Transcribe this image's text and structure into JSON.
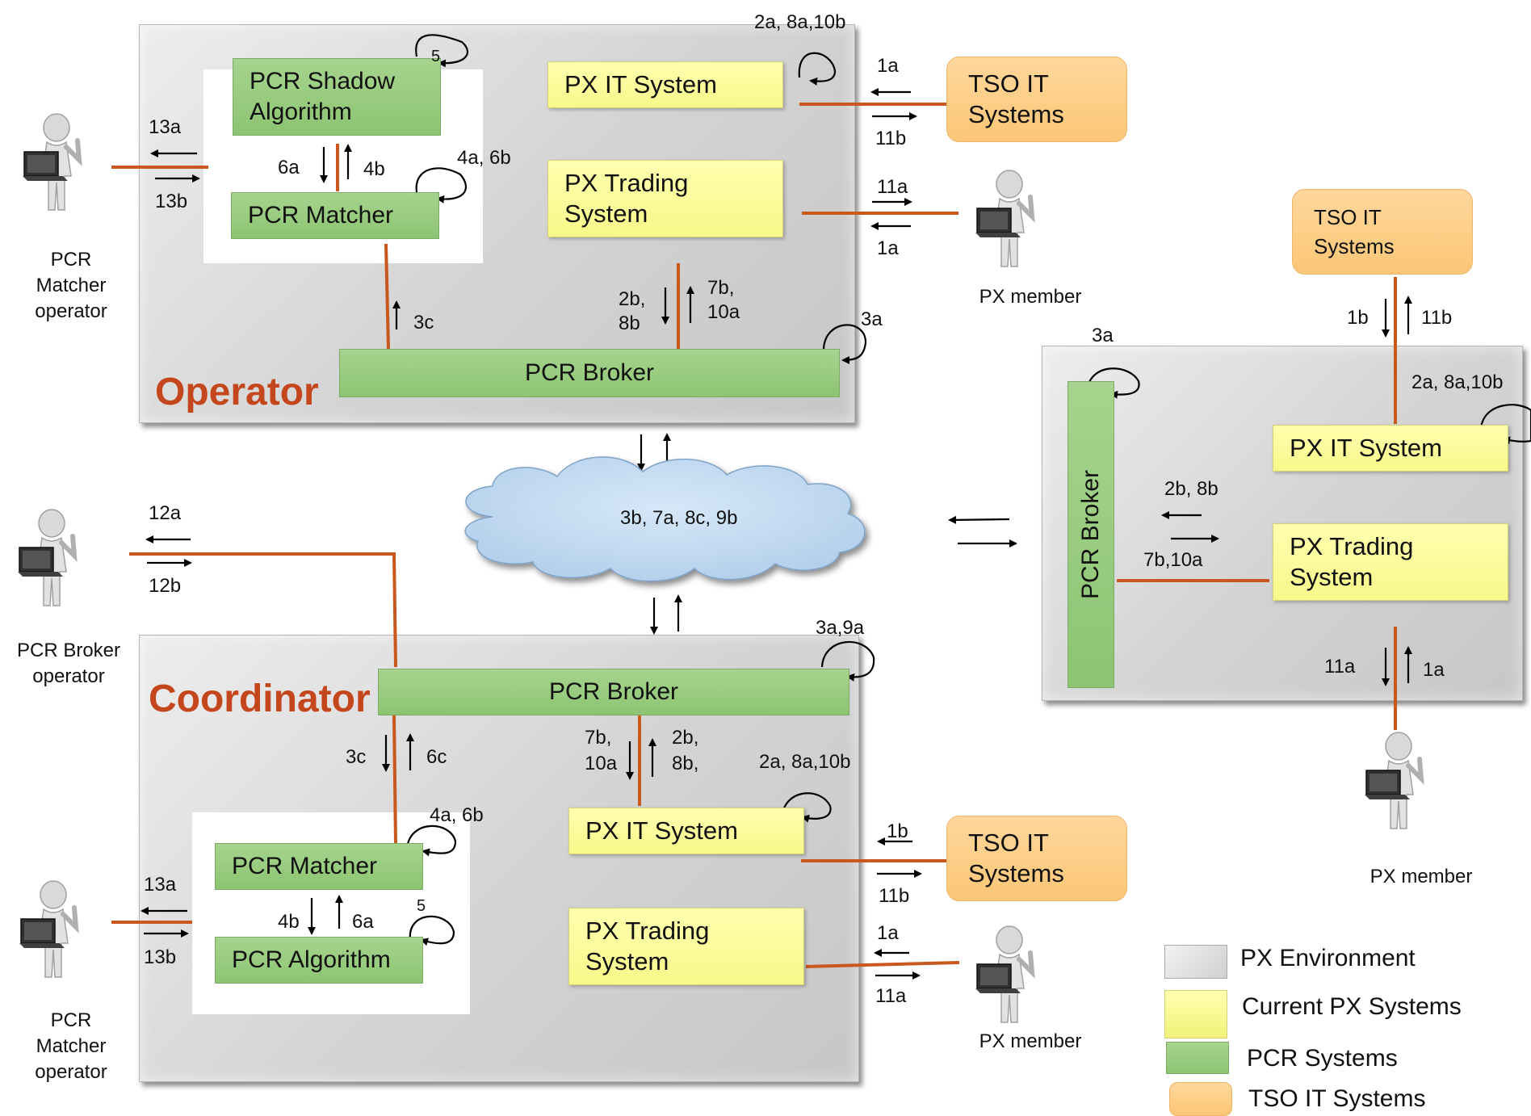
{
  "environments": {
    "operator": "Operator",
    "coordinator": "Coordinator"
  },
  "systems": {
    "op_shadow_algorithm": "PCR Shadow\nAlgorithm",
    "op_matcher": "PCR Matcher",
    "op_broker": "PCR Broker",
    "op_px_it": "PX IT System",
    "op_px_trading": "PX Trading\nSystem",
    "op_tso": "TSO IT\nSystems",
    "co_broker": "PCR Broker",
    "co_matcher": "PCR Matcher",
    "co_algorithm": "PCR Algorithm",
    "co_px_it": "PX IT System",
    "co_px_trading": "PX Trading\nSystem",
    "co_tso": "TSO IT\nSystems",
    "r_broker": "PCR Broker",
    "r_px_it": "PX IT System",
    "r_px_trading": "PX Trading\nSystem",
    "r_tso": "TSO IT\nSystems"
  },
  "cloud_label": "3b, 7a, 8c, 9b",
  "people": {
    "op_matcher_operator": "PCR\nMatcher\noperator",
    "op_px_member": "PX member",
    "broker_operator": "PCR Broker\noperator",
    "co_matcher_operator": "PCR\nMatcher\noperator",
    "co_px_member": "PX member",
    "r_px_member": "PX member"
  },
  "step_labels": {
    "op_5": "5",
    "op_2a_8a_10b": "2a, 8a,10b",
    "op_1a_tso": "1a",
    "op_11b_tso": "11b",
    "op_13a": "13a",
    "op_13b": "13b",
    "op_6a": "6a",
    "op_4b": "4b",
    "op_4a_6b": "4a, 6b",
    "op_11a_member": "11a",
    "op_1a_member": "1a",
    "op_3c": "3c",
    "op_2b_8b": "2b,\n8b",
    "op_7b_10a": "7b,\n10a",
    "op_3a": "3a",
    "br_12a": "12a",
    "br_12b": "12b",
    "co_3a_9a": "3a,9a",
    "co_3c": "3c",
    "co_6c": "6c",
    "co_7b_10a": "7b,\n10a",
    "co_2b_8b": "2b,\n8b,",
    "co_2a_8a_10b": "2a, 8a,10b",
    "co_4a_6b": "4a, 6b",
    "co_1b": "1b",
    "co_11b": "11b",
    "co_13a": "13a",
    "co_13b": "13b",
    "co_4b": "4b",
    "co_6a": "6a",
    "co_5": "5",
    "co_1a": "1a",
    "co_11a": "11a",
    "r_3a": "3a",
    "r_1b": "1b",
    "r_11b": "11b",
    "r_2a_8a_10b": "2a, 8a,10b",
    "r_2b_8b": "2b, 8b",
    "r_7b_10a": "7b,10a",
    "r_11a": "11a",
    "r_1a": "1a"
  },
  "legend": [
    {
      "label": "PX Environment",
      "color": "#d6d6d6"
    },
    {
      "label": "Current PX Systems",
      "color": "#f8f88a"
    },
    {
      "label": "PCR Systems",
      "color": "#8cc472"
    },
    {
      "label": "TSO IT Systems",
      "color": "#fbc676"
    }
  ],
  "colors": {
    "connector": "#c8581e",
    "title": "#c4461c"
  }
}
